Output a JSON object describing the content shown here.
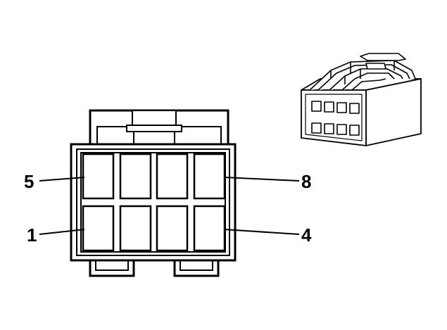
{
  "pin_labels": {
    "top_left": "5",
    "top_right": "8",
    "bottom_left": "1",
    "bottom_right": "4"
  },
  "colors": {
    "line": "#000000",
    "background": "#ffffff"
  }
}
